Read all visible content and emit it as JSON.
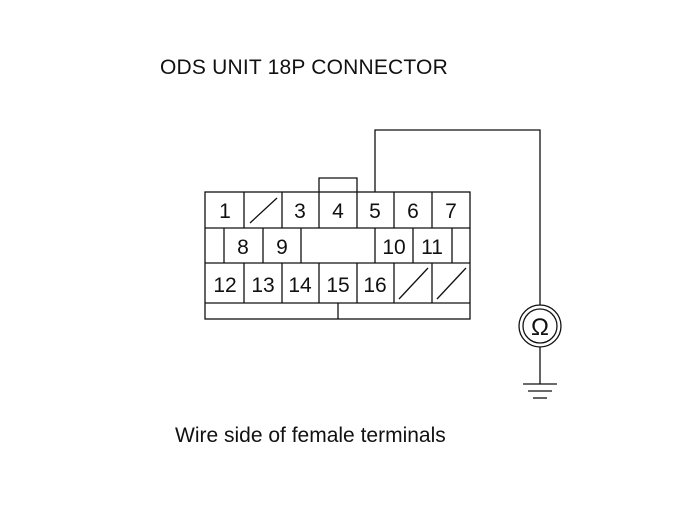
{
  "diagram": {
    "title": "ODS UNIT 18P CONNECTOR",
    "caption": "Wire side of female terminals",
    "meter_symbol": "Ω",
    "line_color": "#111111",
    "pins": {
      "p1": "1",
      "p3": "3",
      "p4": "4",
      "p5": "5",
      "p6": "6",
      "p7": "7",
      "p8": "8",
      "p9": "9",
      "p10": "10",
      "p11": "11",
      "p12": "12",
      "p13": "13",
      "p14": "14",
      "p15": "15",
      "p16": "16"
    },
    "probe_pin": "5"
  }
}
